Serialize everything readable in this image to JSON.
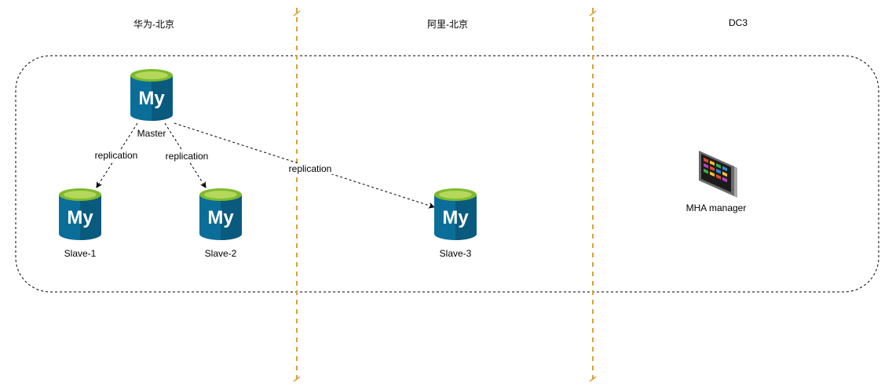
{
  "regions": [
    {
      "label": "华为-北京"
    },
    {
      "label": "阿里-北京"
    },
    {
      "label": "DC3"
    }
  ],
  "nodes": {
    "master": {
      "label": "Master",
      "icon": "mysql-icon"
    },
    "slave1": {
      "label": "Slave-1",
      "icon": "mysql-icon"
    },
    "slave2": {
      "label": "Slave-2",
      "icon": "mysql-icon"
    },
    "slave3": {
      "label": "Slave-3",
      "icon": "mysql-icon"
    },
    "manager": {
      "label": "MHA manager",
      "icon": "monitor-icon"
    }
  },
  "edges": [
    {
      "from": "Master",
      "to": "Slave-1",
      "label": "replication"
    },
    {
      "from": "Master",
      "to": "Slave-2",
      "label": "replication"
    },
    {
      "from": "Master",
      "to": "Slave-3",
      "label": "replication"
    }
  ],
  "colors": {
    "db_blue": "#0b6e99",
    "db_dark": "#0a5a7e",
    "db_top_green": "#7fba2e",
    "db_top_light": "#b4d85b",
    "divider": "#d6a23a"
  }
}
